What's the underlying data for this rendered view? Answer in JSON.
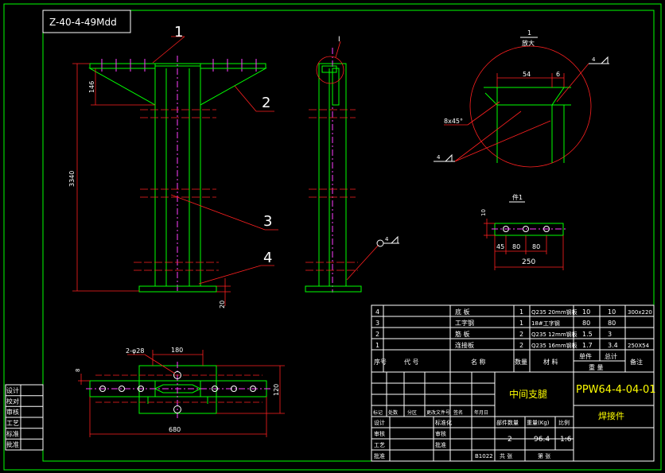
{
  "title_strip": "Z-40-4-49Mdd",
  "callouts": [
    "1",
    "2",
    "3",
    "4"
  ],
  "side_view_mark": "I",
  "detail": {
    "number": "1",
    "scale": "放大",
    "dim_54": "54",
    "dim_6": "6",
    "chamfer": "8x45°",
    "weld_upper": "4",
    "weld_lower": "4"
  },
  "part1": {
    "label": "件1",
    "height": "10",
    "dims": [
      "45",
      "80",
      "80"
    ],
    "total": "250"
  },
  "weld_side": "4",
  "front_dims": {
    "height": "3340",
    "top": "146",
    "base": "20"
  },
  "plan_dims": {
    "holes": "2-φ28",
    "spacing": "180",
    "width": "680",
    "depth": "120",
    "edge": "8"
  },
  "bom_rows": [
    {
      "no": "4",
      "name": "底 板",
      "qty": "1",
      "material": "Q235 20mm钢板",
      "unit": "10",
      "total": "10",
      "note": "300x220"
    },
    {
      "no": "3",
      "name": "工字钢",
      "qty": "1",
      "material": "18#工字钢",
      "unit": "80",
      "total": "80",
      "note": ""
    },
    {
      "no": "2",
      "name": "筋 板",
      "qty": "2",
      "material": "Q235 12mm钢板",
      "unit": "1.5",
      "total": "3",
      "note": ""
    },
    {
      "no": "1",
      "name": "连接板",
      "qty": "2",
      "material": "Q235 16mm钢板",
      "unit": "1.7",
      "total": "3.4",
      "note": "250X54"
    }
  ],
  "bom_header": {
    "no": "序号",
    "code": "代 号",
    "name": "名 称",
    "qty": "数量",
    "material": "材 料",
    "unit": "单件",
    "total": "总计",
    "weight": "重 量",
    "note": "备注"
  },
  "title_block": {
    "part_name": "中间支腿",
    "drawing_no": "PPW64-4-04-01",
    "type": "焊接件",
    "rev_headers": [
      "标记",
      "处数",
      "分区",
      "更改文件号",
      "签名",
      "年月日"
    ],
    "roles": [
      "设计",
      "审核",
      "工艺",
      "批准"
    ],
    "std_label": "标准化",
    "date_code": "B1022",
    "qty_label": "部件数量",
    "weight_label": "重量(Kg)",
    "scale_label": "比例",
    "qty": "2",
    "weight": "96.4",
    "scale": "1:6",
    "sheets_label": "共 张",
    "sheet_label": "第 张"
  },
  "left_stamp": [
    "设计",
    "校对",
    "审核",
    "工艺",
    "标准",
    "批准"
  ]
}
